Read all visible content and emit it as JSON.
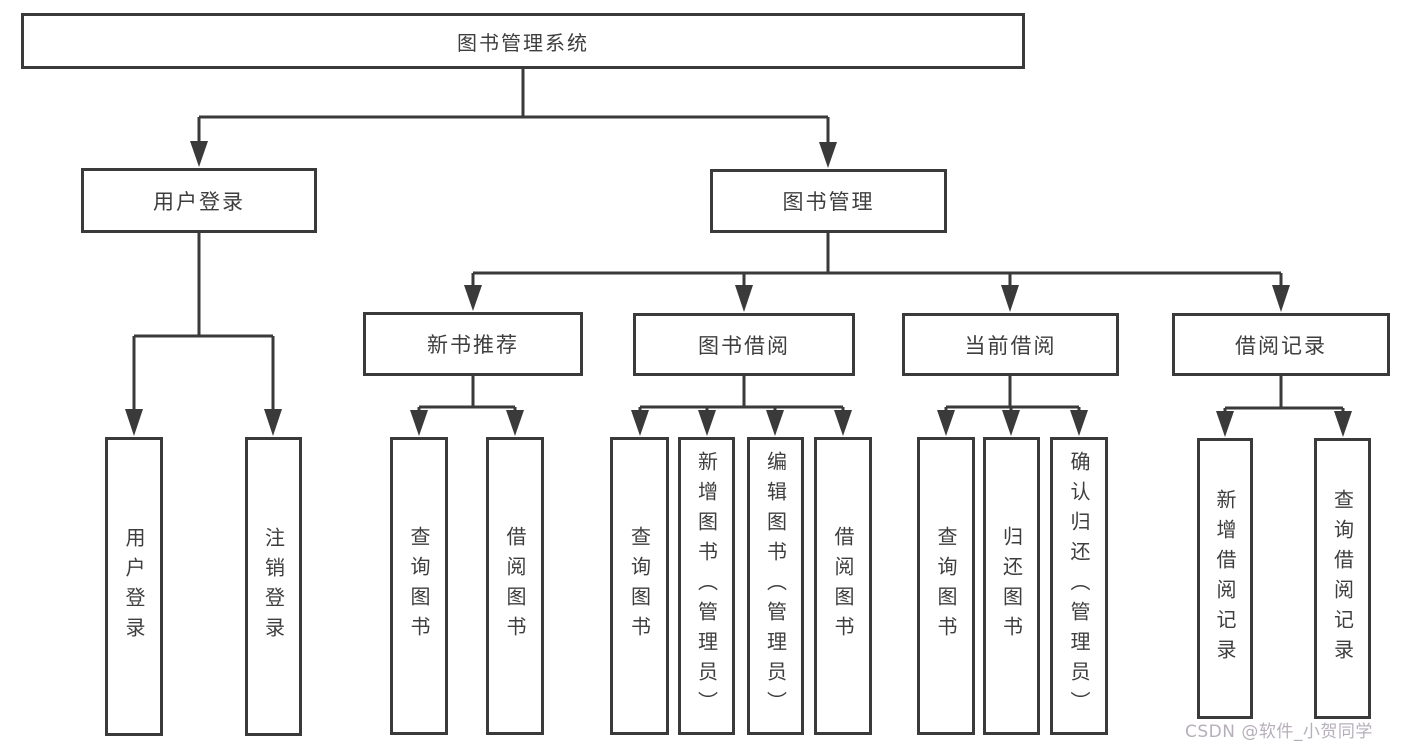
{
  "colors": {
    "line": "#3a3a3a",
    "box_border": "#3a3a3a",
    "text": "#3e3e3e",
    "background": "#ffffff",
    "watermark": "#b2abb7"
  },
  "tree": {
    "root": "图书管理系统",
    "user": {
      "label": "用户登录",
      "children": {
        "login": "用户登录",
        "logout": "注销登录"
      }
    },
    "book": {
      "label": "图书管理",
      "newbook": {
        "label": "新书推荐",
        "children": {
          "query": "查询图书",
          "borrow": "借阅图书"
        }
      },
      "borrow": {
        "label": "图书借阅",
        "children": {
          "query": "查询图书",
          "add": "新增图书（管理员）",
          "edit": "编辑图书（管理员）",
          "borrow": "借阅图书"
        }
      },
      "current": {
        "label": "当前借阅",
        "children": {
          "query": "查询图书",
          "return": "归还图书",
          "confirm": "确认归还（管理员）"
        }
      },
      "record": {
        "label": "借阅记录",
        "children": {
          "add": "新增借阅记录",
          "query": "查询借阅记录"
        }
      }
    }
  },
  "watermark": "CSDN @软件_小贺同学"
}
